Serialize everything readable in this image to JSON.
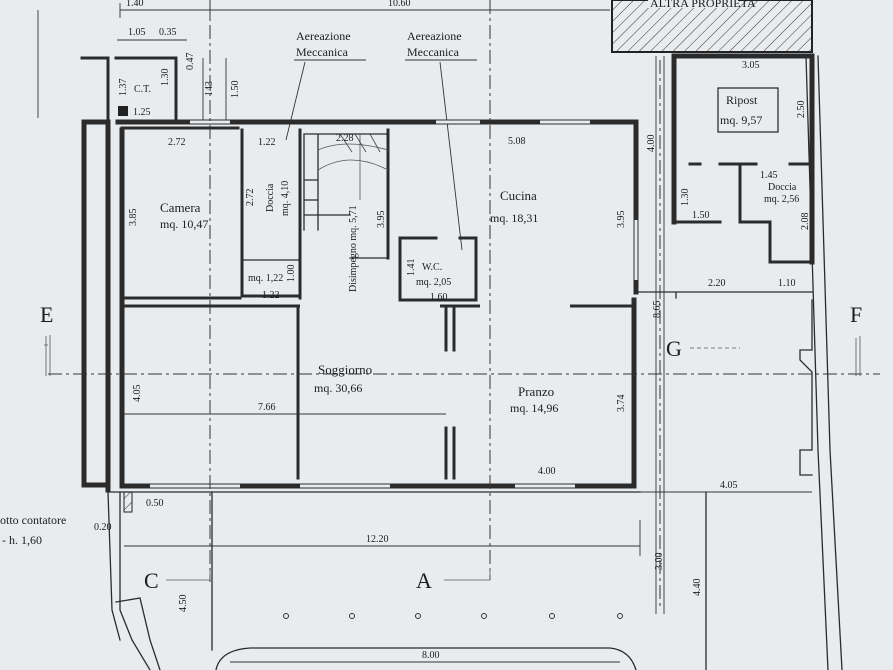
{
  "plan": {
    "rooms": {
      "camera": {
        "name": "Camera",
        "area": "mq. 10,47"
      },
      "doccia_left": {
        "name": "Doccia",
        "area": "mq. 4,10"
      },
      "disimpegno": {
        "name": "Disimpegno mq. 5,71"
      },
      "cucina": {
        "name": "Cucina",
        "area": "mq. 18,31"
      },
      "wc": {
        "name": "W.C.",
        "area": "mq. 2,05"
      },
      "soggiorno": {
        "name": "Soggiorno",
        "area": "mq. 30,66"
      },
      "pranzo": {
        "name": "Pranzo",
        "area": "mq. 14,96"
      },
      "ripostiglio": {
        "name": "Ripost",
        "area": "mq. 9,57"
      },
      "doccia_right": {
        "name": "Doccia",
        "area": "mq. 2,56"
      },
      "ct": {
        "name": "C.T."
      }
    },
    "labels": {
      "aereazione_1": "Aereazione",
      "meccanica_1": "Meccanica",
      "aereazione_2": "Aereazione",
      "meccanica_2": "Meccanica",
      "altra_proprieta": "ALTRA PROPRIETA",
      "contatore_1": "otto contatore",
      "contatore_2": "- h. 1,60",
      "wc_small": "mq. 1,22"
    },
    "sections": {
      "a": "A",
      "c": "C",
      "e": "E",
      "f": "F",
      "g": "G"
    },
    "dims": {
      "d_1060": "10.60",
      "d_140": "1.40",
      "d_105": "1.05",
      "d_035": "0.35",
      "d_047": "0.47",
      "d_137": "1.37",
      "d_130": "1.30",
      "d_143": "143",
      "d_150": "1.50",
      "d_125": "1.25",
      "d_272a": "2.72",
      "d_122a": "1.22",
      "d_228": "2.28",
      "d_508": "5.08",
      "d_400a": "4.00",
      "d_305": "3.05",
      "d_250": "2.50",
      "d_385": "3.85",
      "d_272b": "2.72",
      "d_395a": "3.95",
      "d_395b": "3.95",
      "d_141": "1.41",
      "d_100": "1.00",
      "d_122b": "1.22",
      "d_160": "1.60",
      "d_130b": "1.30",
      "d_150b": "1.50",
      "d_145": "1.45",
      "d_208": "2.08",
      "d_220": "2.20",
      "d_110": "1.10",
      "d_865": "8.65",
      "d_405a": "4.05",
      "d_766": "7.66",
      "d_374": "3.74",
      "d_400b": "4.00",
      "d_405b": "4.05",
      "d_050": "0.50",
      "d_020": "0.20",
      "d_1220": "12.20",
      "d_300": "3.00",
      "d_440": "4.40",
      "d_450": "4.50",
      "d_800": "8.00"
    }
  }
}
